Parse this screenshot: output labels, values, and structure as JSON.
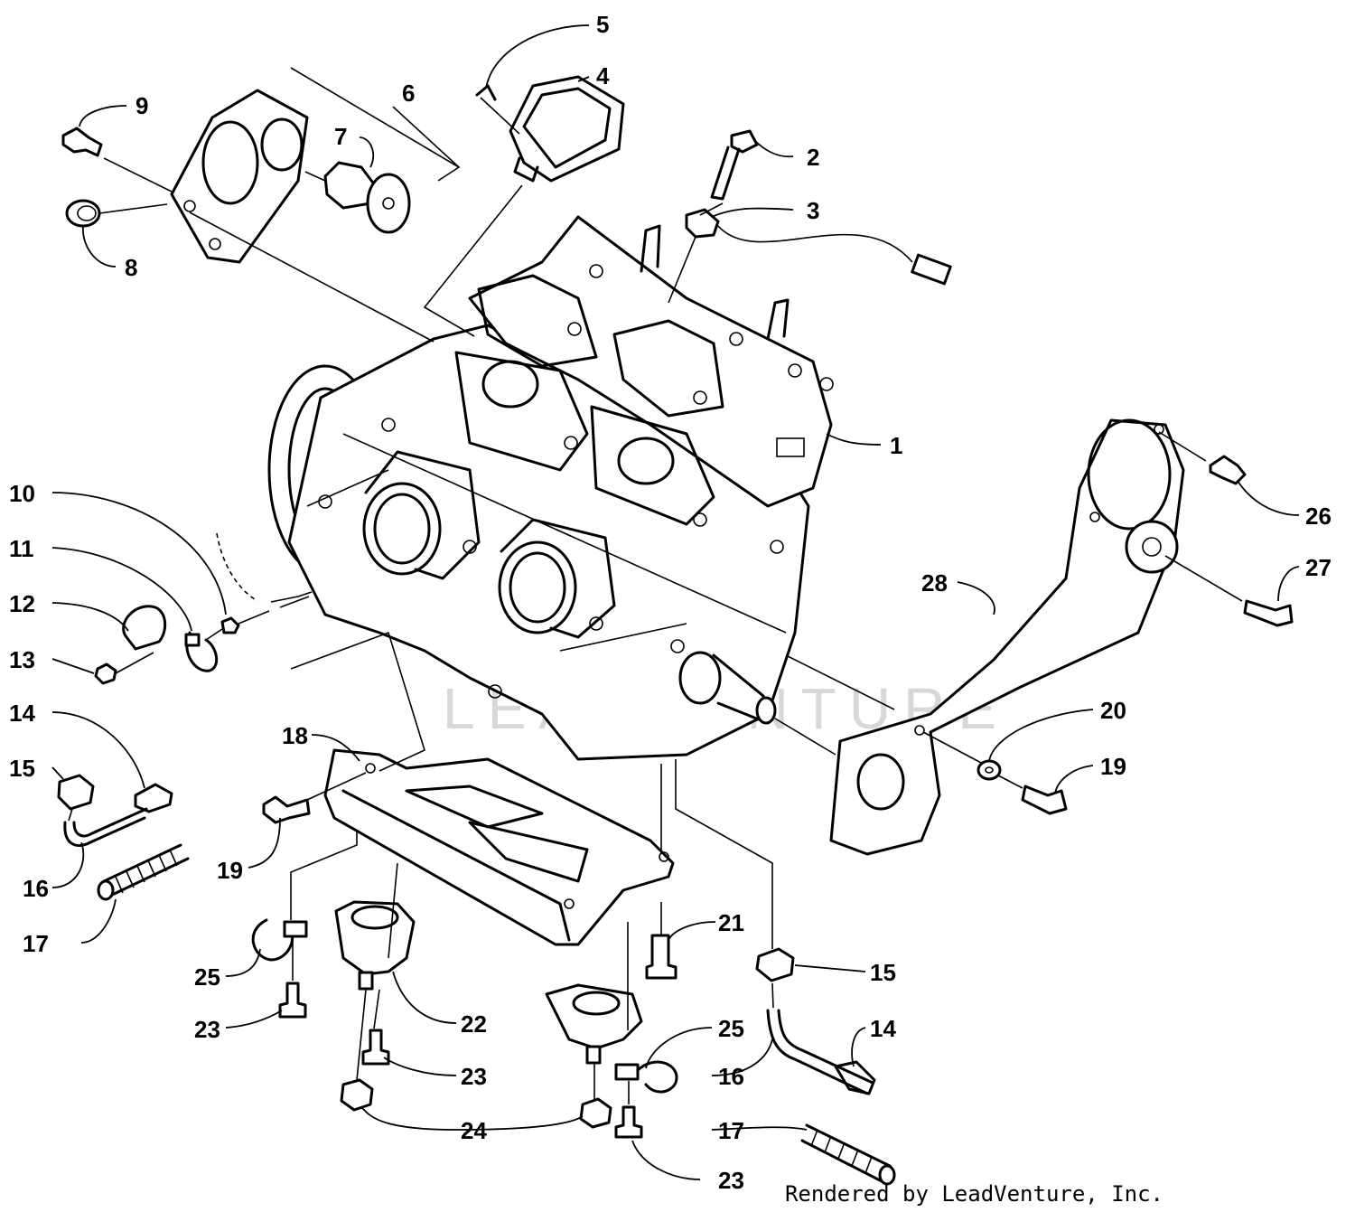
{
  "callouts": [
    "1",
    "2",
    "3",
    "4",
    "5",
    "6",
    "7",
    "8",
    "9",
    "10",
    "11",
    "12",
    "13",
    "14",
    "15",
    "16",
    "17",
    "18",
    "19",
    "20",
    "21",
    "22",
    "23",
    "24",
    "25",
    "26",
    "27",
    "28"
  ],
  "watermark": "LEADVENTURE",
  "credit": "Rendered by LeadVenture, Inc."
}
